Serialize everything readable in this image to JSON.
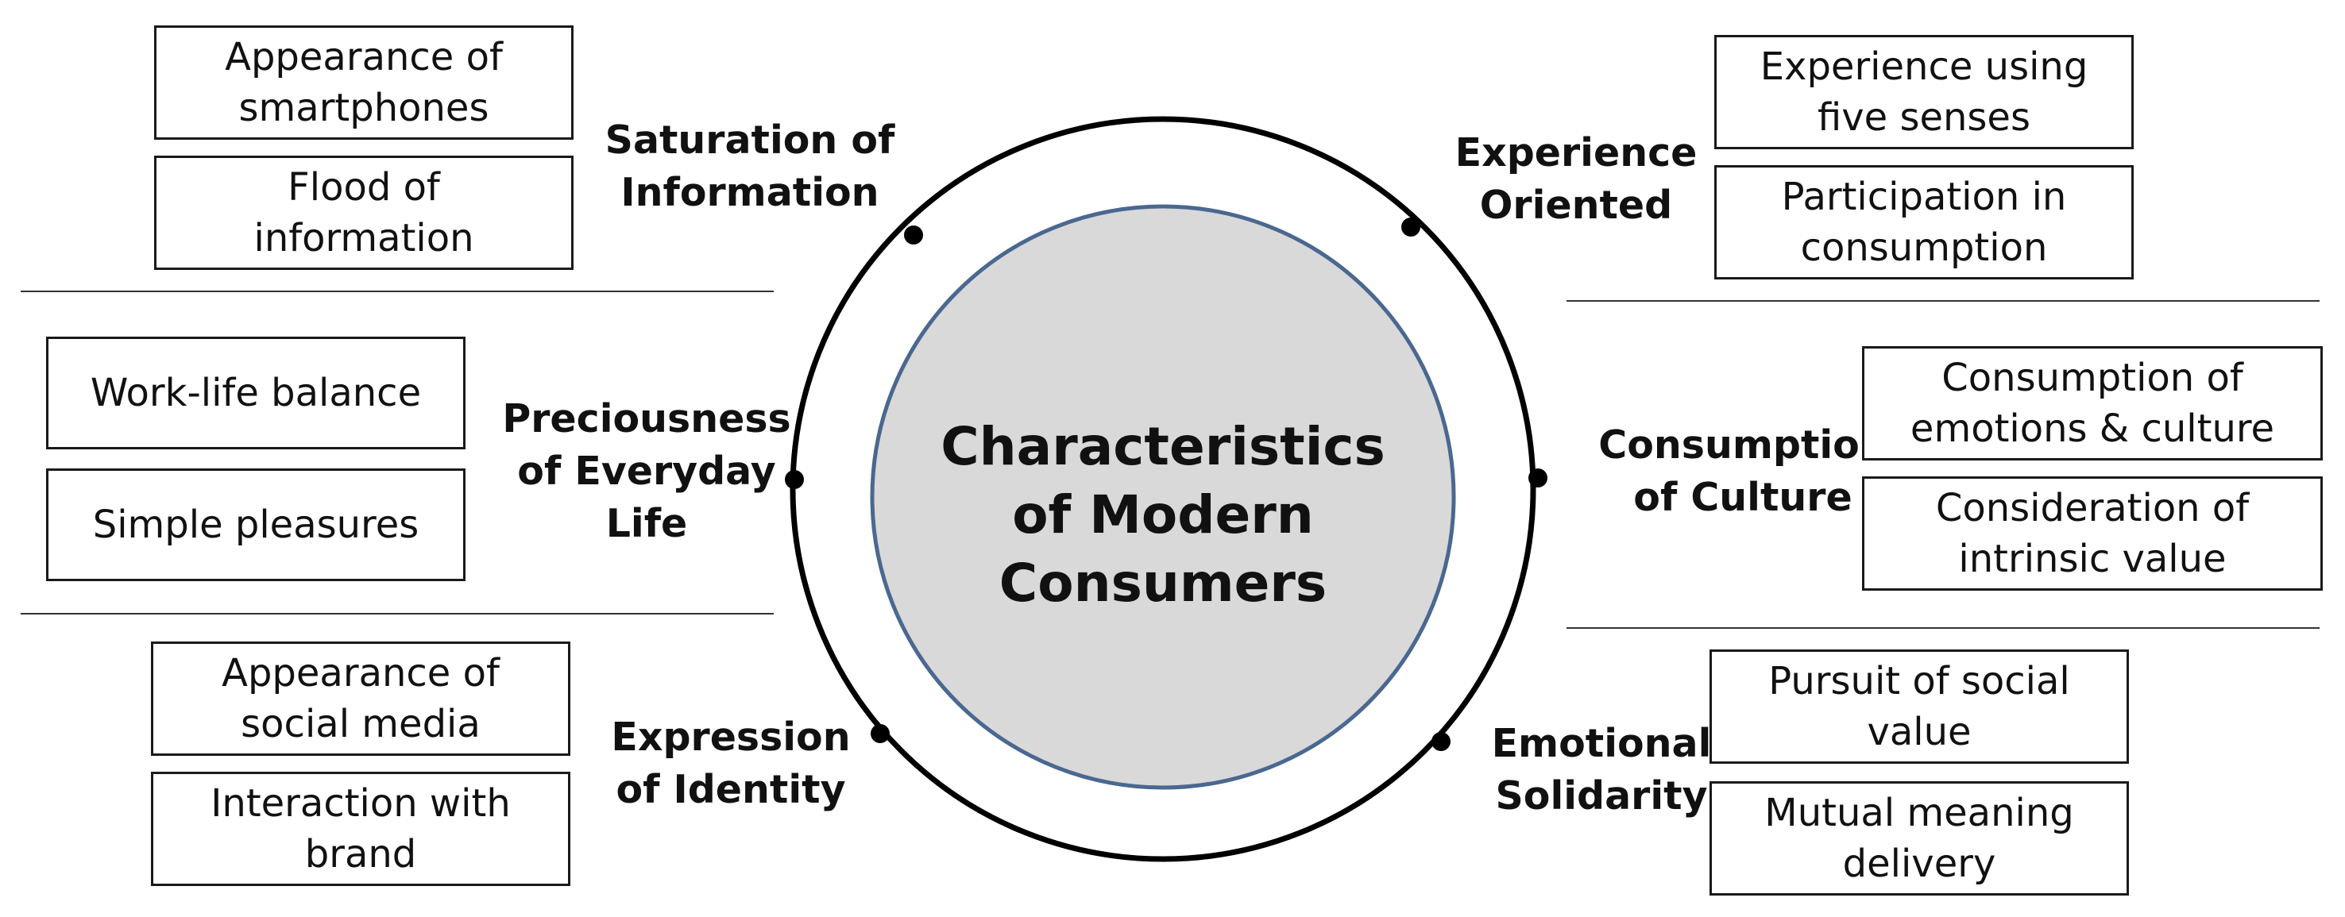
{
  "center": {
    "title": "Characteristics\nof Modern\nConsumers",
    "fill_color": "#d9d9d9",
    "inner_stroke_color": "#4a6890",
    "outer_stroke_color": "#000000"
  },
  "categories": {
    "saturation": {
      "label": "Saturation of\nInformation",
      "items": [
        "Appearance of\nsmartphones",
        "Flood of\ninformation"
      ]
    },
    "preciousness": {
      "label": "Preciousness\nof Everyday\nLife",
      "items": [
        "Work-life balance",
        "Simple pleasures"
      ]
    },
    "identity": {
      "label": "Expression\nof Identity",
      "items": [
        "Appearance of\nsocial media",
        "Interaction with\nbrand"
      ]
    },
    "experience": {
      "label": "Experience\nOriented",
      "items": [
        "Experience using\nfive senses",
        "Participation in\nconsumption"
      ]
    },
    "culture": {
      "label": "Consumption\nof Culture",
      "items": [
        "Consumption of\nemotions & culture",
        "Consideration of\nintrinsic value"
      ]
    },
    "solidarity": {
      "label": "Emotional\nSolidarity",
      "items": [
        "Pursuit of social\nvalue",
        "Mutual meaning\ndelivery"
      ]
    }
  }
}
